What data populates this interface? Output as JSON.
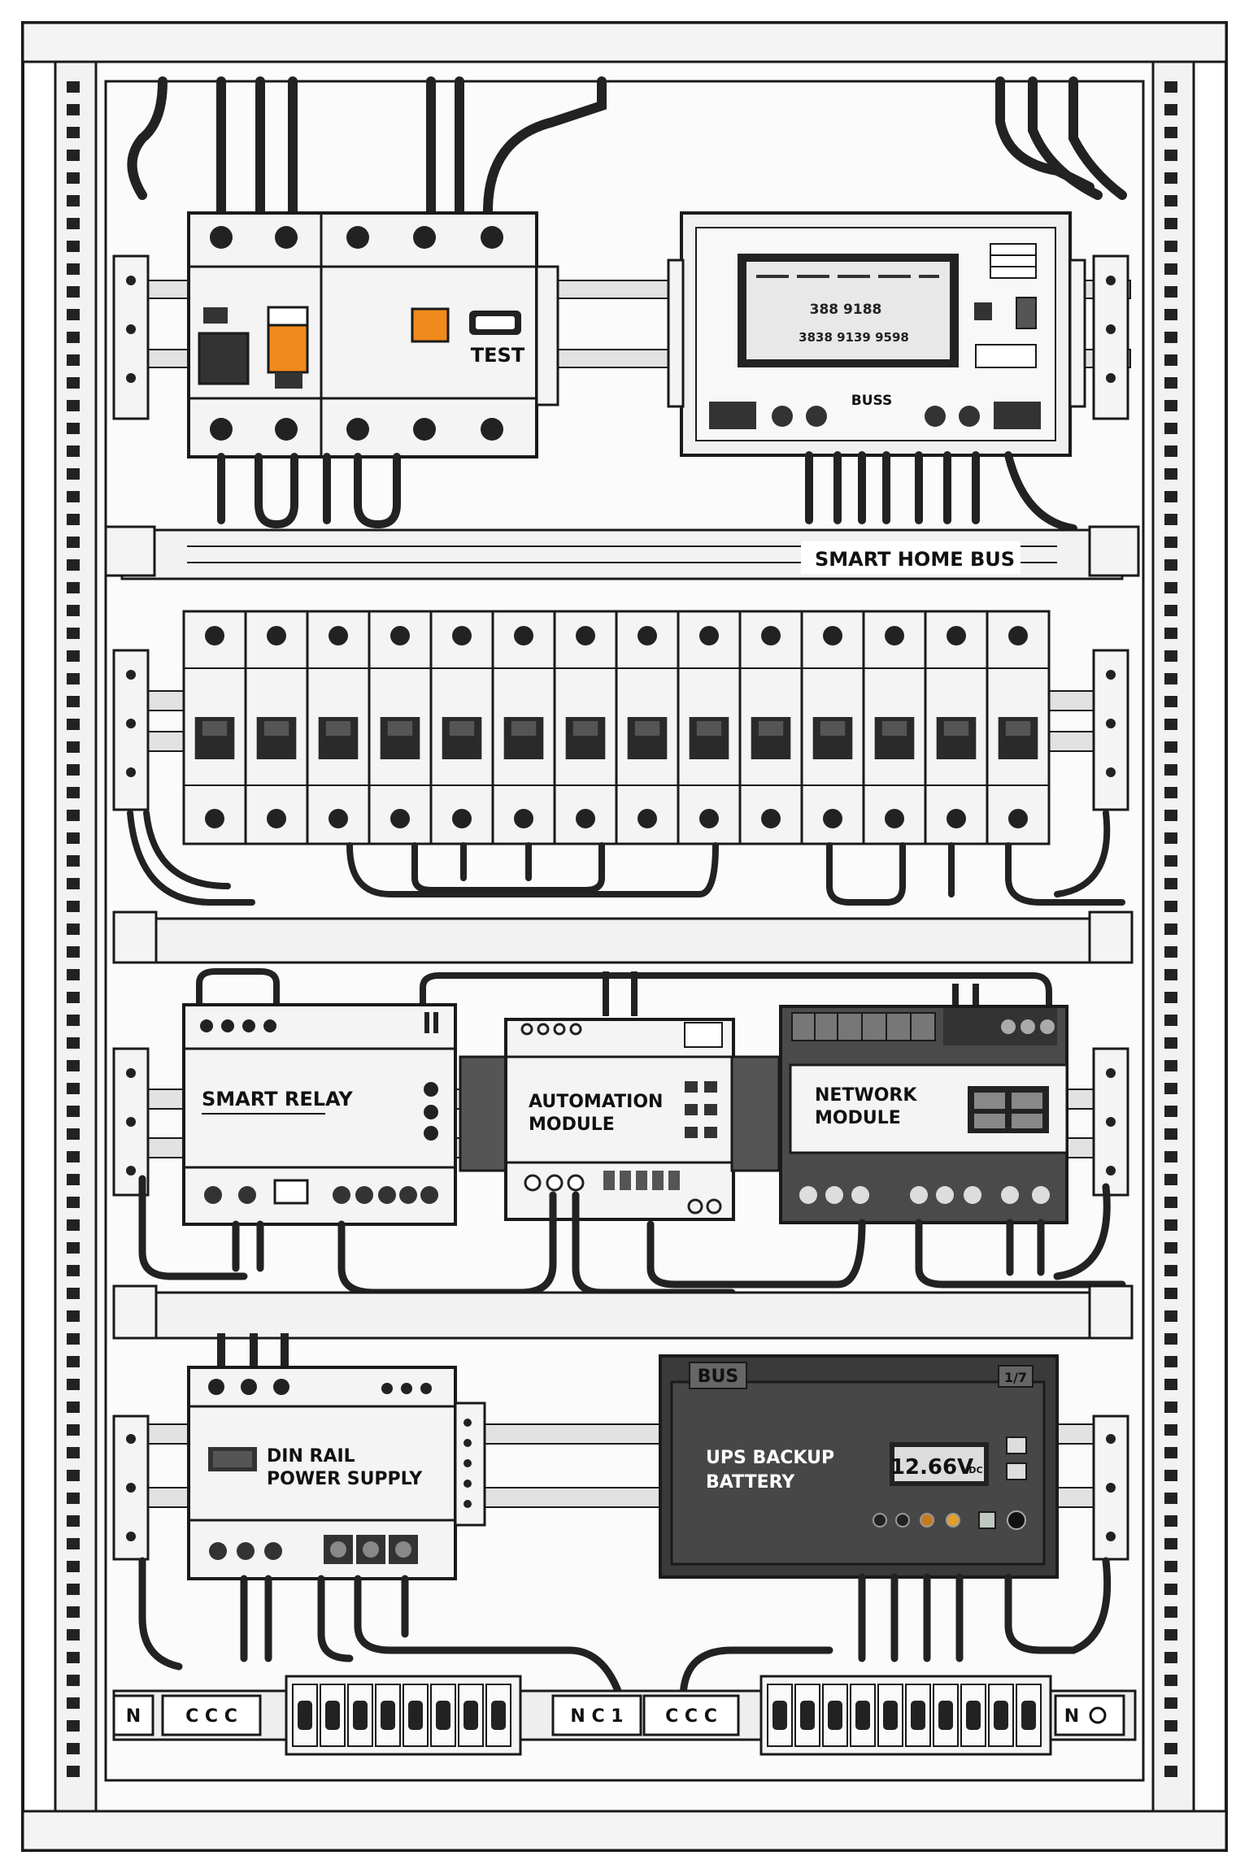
{
  "colors": {
    "outline": "#1a1a1a",
    "panel_white": "#fafafa",
    "module_light": "#f0f0f0",
    "rail_grey": "#d8d8d8",
    "dark_module": "#3a3a3a",
    "rcd_orange": "#f08a1c",
    "wire": "#222222"
  },
  "rcd": {
    "label": "TEST"
  },
  "meter": {
    "label": "BUSS",
    "lcd_lines": [
      "388   9188",
      "3838  9139  9598"
    ]
  },
  "bus_label": {
    "text": "SMART HOME BUS"
  },
  "breakers": {
    "count": 14
  },
  "smart_relay": {
    "label": "SMART RELAY"
  },
  "automation_module": {
    "label_line1": "AUTOMATION",
    "label_line2": "MODULE"
  },
  "network_module": {
    "label_line1": "NETWORK",
    "label_line2": "MODULE"
  },
  "power_supply": {
    "label_line1": "DIN RAIL",
    "label_line2": "POWER SUPPLY"
  },
  "ups": {
    "tag": "BUS",
    "tag_right": "1/7",
    "label_line1": "UPS BACKUP",
    "label_line2": "BATTERY",
    "voltage": "12.66V",
    "voltage_unit": "DC"
  },
  "terminals": {
    "left_label": "N",
    "left_group": "C C C",
    "mid_label": "N C 1",
    "mid_group": "C C C",
    "right_label": "N"
  }
}
